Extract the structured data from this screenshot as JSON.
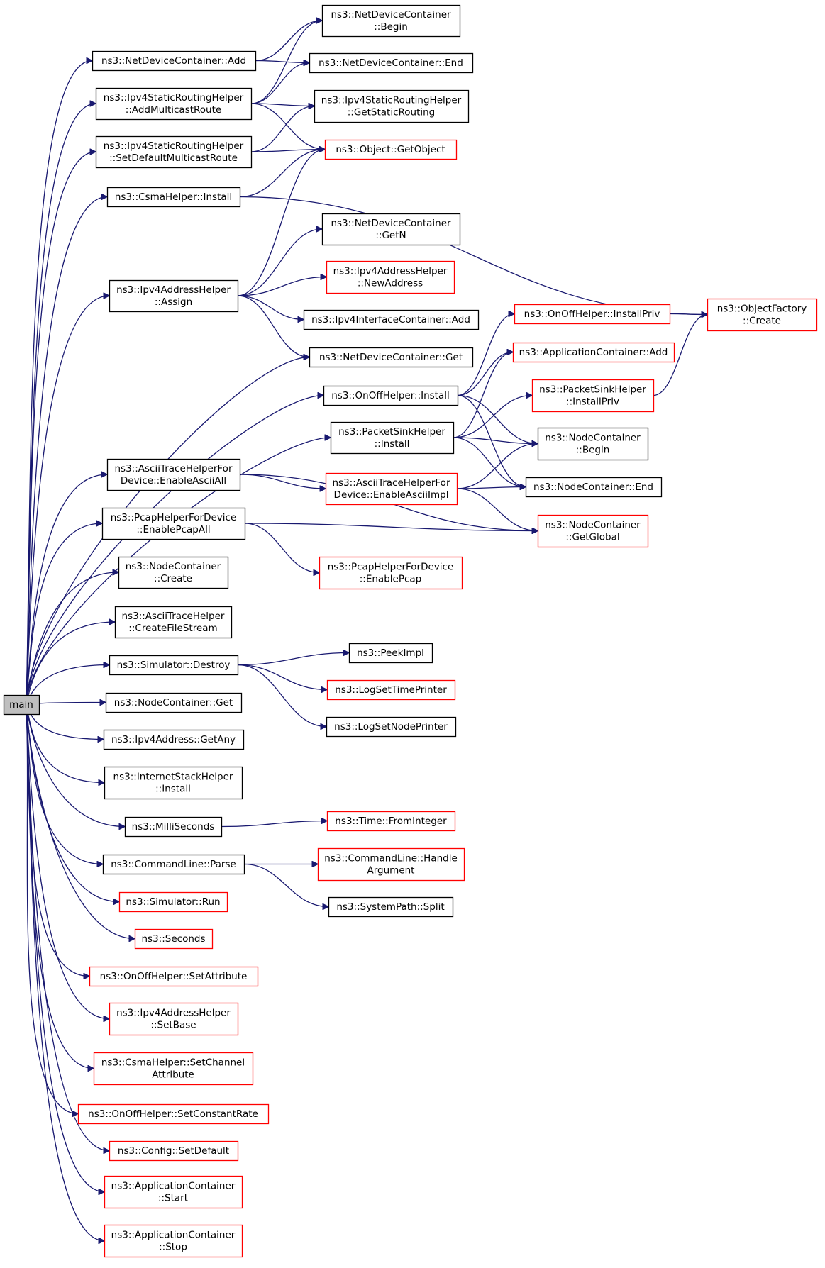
{
  "colors": {
    "edge": "#191970",
    "root_fill": "#bfbfbf",
    "node_border_normal": "#000000",
    "node_border_highlight": "#ff0000",
    "text": "#000000"
  },
  "nodes": {
    "main": {
      "lines": [
        "main"
      ],
      "style": "root"
    },
    "ndc_add": {
      "lines": [
        "ns3::NetDeviceContainer::Add"
      ],
      "style": "normal"
    },
    "isrh_amr": {
      "lines": [
        "ns3::Ipv4StaticRoutingHelper",
        "::AddMulticastRoute"
      ],
      "style": "normal"
    },
    "isrh_sdmr": {
      "lines": [
        "ns3::Ipv4StaticRoutingHelper",
        "::SetDefaultMulticastRoute"
      ],
      "style": "normal"
    },
    "csma_install": {
      "lines": [
        "ns3::CsmaHelper::Install"
      ],
      "style": "normal"
    },
    "iah_assign": {
      "lines": [
        "ns3::Ipv4AddressHelper",
        "::Assign"
      ],
      "style": "normal"
    },
    "ndc_begin": {
      "lines": [
        "ns3::NetDeviceContainer",
        "::Begin"
      ],
      "style": "normal"
    },
    "ndc_end": {
      "lines": [
        "ns3::NetDeviceContainer::End"
      ],
      "style": "normal"
    },
    "isrh_gsr": {
      "lines": [
        "ns3::Ipv4StaticRoutingHelper",
        "::GetStaticRouting"
      ],
      "style": "normal"
    },
    "obj_getobject": {
      "lines": [
        "ns3::Object::GetObject"
      ],
      "style": "red"
    },
    "ndc_getn": {
      "lines": [
        "ns3::NetDeviceContainer",
        "::GetN"
      ],
      "style": "normal"
    },
    "iah_newaddr": {
      "lines": [
        "ns3::Ipv4AddressHelper",
        "::NewAddress"
      ],
      "style": "red"
    },
    "iic_add": {
      "lines": [
        "ns3::Ipv4InterfaceContainer::Add"
      ],
      "style": "normal"
    },
    "ndc_get": {
      "lines": [
        "ns3::NetDeviceContainer::Get"
      ],
      "style": "normal"
    },
    "onoff_install": {
      "lines": [
        "ns3::OnOffHelper::Install"
      ],
      "style": "normal"
    },
    "psh_install": {
      "lines": [
        "ns3::PacketSinkHelper",
        "::Install"
      ],
      "style": "normal"
    },
    "ath_enableall": {
      "lines": [
        "ns3::AsciiTraceHelperFor",
        "Device::EnableAsciiAll"
      ],
      "style": "normal"
    },
    "ath_enableimpl": {
      "lines": [
        "ns3::AsciiTraceHelperFor",
        "Device::EnableAsciiImpl"
      ],
      "style": "red"
    },
    "pcap_enableall": {
      "lines": [
        "ns3::PcapHelperForDevice",
        "::EnablePcapAll"
      ],
      "style": "normal"
    },
    "pcap_enable": {
      "lines": [
        "ns3::PcapHelperForDevice",
        "::EnablePcap"
      ],
      "style": "red"
    },
    "nc_create": {
      "lines": [
        "ns3::NodeContainer",
        "::Create"
      ],
      "style": "normal"
    },
    "ath_createfs": {
      "lines": [
        "ns3::AsciiTraceHelper",
        "::CreateFileStream"
      ],
      "style": "normal"
    },
    "sim_destroy": {
      "lines": [
        "ns3::Simulator::Destroy"
      ],
      "style": "normal"
    },
    "nc_get": {
      "lines": [
        "ns3::NodeContainer::Get"
      ],
      "style": "normal"
    },
    "ipv4addr_getany": {
      "lines": [
        "ns3::Ipv4Address::GetAny"
      ],
      "style": "normal"
    },
    "ish_install": {
      "lines": [
        "ns3::InternetStackHelper",
        "::Install"
      ],
      "style": "normal"
    },
    "milliseconds": {
      "lines": [
        "ns3::MilliSeconds"
      ],
      "style": "normal"
    },
    "cl_parse": {
      "lines": [
        "ns3::CommandLine::Parse"
      ],
      "style": "normal"
    },
    "sim_run": {
      "lines": [
        "ns3::Simulator::Run"
      ],
      "style": "red"
    },
    "seconds": {
      "lines": [
        "ns3::Seconds"
      ],
      "style": "red"
    },
    "onoff_setattr": {
      "lines": [
        "ns3::OnOffHelper::SetAttribute"
      ],
      "style": "red"
    },
    "iah_setbase": {
      "lines": [
        "ns3::Ipv4AddressHelper",
        "::SetBase"
      ],
      "style": "red"
    },
    "csma_setchattr": {
      "lines": [
        "ns3::CsmaHelper::SetChannel",
        "Attribute"
      ],
      "style": "red"
    },
    "onoff_setcr": {
      "lines": [
        "ns3::OnOffHelper::SetConstantRate"
      ],
      "style": "red"
    },
    "config_setdefault": {
      "lines": [
        "ns3::Config::SetDefault"
      ],
      "style": "red"
    },
    "ac_start": {
      "lines": [
        "ns3::ApplicationContainer",
        "::Start"
      ],
      "style": "red"
    },
    "ac_stop": {
      "lines": [
        "ns3::ApplicationContainer",
        "::Stop"
      ],
      "style": "red"
    },
    "peekimpl": {
      "lines": [
        "ns3::PeekImpl"
      ],
      "style": "normal"
    },
    "logsettp": {
      "lines": [
        "ns3::LogSetTimePrinter"
      ],
      "style": "red"
    },
    "logsetnp": {
      "lines": [
        "ns3::LogSetNodePrinter"
      ],
      "style": "normal"
    },
    "time_fromint": {
      "lines": [
        "ns3::Time::FromInteger"
      ],
      "style": "red"
    },
    "cl_handlearg": {
      "lines": [
        "ns3::CommandLine::Handle",
        "Argument"
      ],
      "style": "red"
    },
    "sp_split": {
      "lines": [
        "ns3::SystemPath::Split"
      ],
      "style": "normal"
    },
    "onoff_installpriv": {
      "lines": [
        "ns3::OnOffHelper::InstallPriv"
      ],
      "style": "red"
    },
    "ac_add": {
      "lines": [
        "ns3::ApplicationContainer::Add"
      ],
      "style": "red"
    },
    "psh_installpriv": {
      "lines": [
        "ns3::PacketSinkHelper",
        "::InstallPriv"
      ],
      "style": "red"
    },
    "nc_begin": {
      "lines": [
        "ns3::NodeContainer",
        "::Begin"
      ],
      "style": "normal"
    },
    "nc_end": {
      "lines": [
        "ns3::NodeContainer::End"
      ],
      "style": "normal"
    },
    "nc_getglobal": {
      "lines": [
        "ns3::NodeContainer",
        "::GetGlobal"
      ],
      "style": "red"
    },
    "of_create": {
      "lines": [
        "ns3::ObjectFactory",
        "::Create"
      ],
      "style": "red"
    }
  },
  "edges": [
    [
      "main",
      "ndc_add"
    ],
    [
      "main",
      "isrh_amr"
    ],
    [
      "main",
      "isrh_sdmr"
    ],
    [
      "main",
      "csma_install"
    ],
    [
      "main",
      "iah_assign"
    ],
    [
      "main",
      "ndc_get"
    ],
    [
      "main",
      "onoff_install"
    ],
    [
      "main",
      "psh_install"
    ],
    [
      "main",
      "ath_enableall"
    ],
    [
      "main",
      "pcap_enableall"
    ],
    [
      "main",
      "nc_create"
    ],
    [
      "main",
      "ath_createfs"
    ],
    [
      "main",
      "sim_destroy"
    ],
    [
      "main",
      "nc_get"
    ],
    [
      "main",
      "ipv4addr_getany"
    ],
    [
      "main",
      "ish_install"
    ],
    [
      "main",
      "milliseconds"
    ],
    [
      "main",
      "cl_parse"
    ],
    [
      "main",
      "sim_run"
    ],
    [
      "main",
      "seconds"
    ],
    [
      "main",
      "onoff_setattr"
    ],
    [
      "main",
      "iah_setbase"
    ],
    [
      "main",
      "csma_setchattr"
    ],
    [
      "main",
      "onoff_setcr"
    ],
    [
      "main",
      "config_setdefault"
    ],
    [
      "main",
      "ac_start"
    ],
    [
      "main",
      "ac_stop"
    ],
    [
      "ndc_add",
      "ndc_begin"
    ],
    [
      "ndc_add",
      "ndc_end"
    ],
    [
      "isrh_amr",
      "ndc_begin"
    ],
    [
      "isrh_amr",
      "ndc_end"
    ],
    [
      "isrh_amr",
      "isrh_gsr"
    ],
    [
      "isrh_amr",
      "obj_getobject"
    ],
    [
      "isrh_sdmr",
      "isrh_gsr"
    ],
    [
      "isrh_sdmr",
      "obj_getobject"
    ],
    [
      "csma_install",
      "obj_getobject"
    ],
    [
      "csma_install",
      "of_create"
    ],
    [
      "iah_assign",
      "obj_getobject"
    ],
    [
      "iah_assign",
      "ndc_getn"
    ],
    [
      "iah_assign",
      "iah_newaddr"
    ],
    [
      "iah_assign",
      "iic_add"
    ],
    [
      "iah_assign",
      "ndc_get"
    ],
    [
      "onoff_install",
      "onoff_installpriv"
    ],
    [
      "onoff_install",
      "ac_add"
    ],
    [
      "onoff_install",
      "nc_begin"
    ],
    [
      "onoff_install",
      "nc_end"
    ],
    [
      "psh_install",
      "ac_add"
    ],
    [
      "psh_install",
      "psh_installpriv"
    ],
    [
      "psh_install",
      "nc_begin"
    ],
    [
      "psh_install",
      "nc_end"
    ],
    [
      "ath_enableall",
      "ath_enableimpl"
    ],
    [
      "ath_enableall",
      "nc_getglobal"
    ],
    [
      "ath_enableimpl",
      "nc_begin"
    ],
    [
      "ath_enableimpl",
      "nc_end"
    ],
    [
      "ath_enableimpl",
      "nc_getglobal"
    ],
    [
      "pcap_enableall",
      "pcap_enable"
    ],
    [
      "pcap_enableall",
      "nc_getglobal"
    ],
    [
      "sim_destroy",
      "peekimpl"
    ],
    [
      "sim_destroy",
      "logsettp"
    ],
    [
      "sim_destroy",
      "logsetnp"
    ],
    [
      "milliseconds",
      "time_fromint"
    ],
    [
      "cl_parse",
      "cl_handlearg"
    ],
    [
      "cl_parse",
      "sp_split"
    ],
    [
      "onoff_installpriv",
      "of_create"
    ],
    [
      "psh_installpriv",
      "of_create"
    ]
  ]
}
